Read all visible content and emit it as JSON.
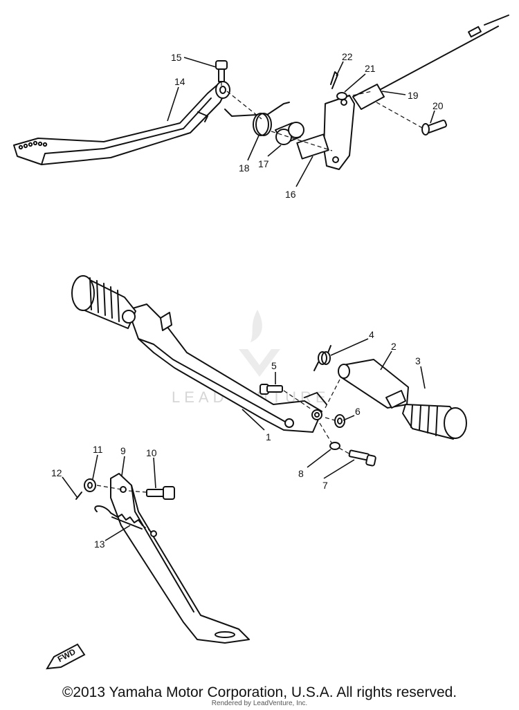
{
  "callouts": [
    {
      "id": "1",
      "label": "1"
    },
    {
      "id": "2",
      "label": "2"
    },
    {
      "id": "3",
      "label": "3"
    },
    {
      "id": "4",
      "label": "4"
    },
    {
      "id": "5",
      "label": "5"
    },
    {
      "id": "6",
      "label": "6"
    },
    {
      "id": "7",
      "label": "7"
    },
    {
      "id": "8",
      "label": "8"
    },
    {
      "id": "9",
      "label": "9"
    },
    {
      "id": "10",
      "label": "10"
    },
    {
      "id": "11",
      "label": "11"
    },
    {
      "id": "12",
      "label": "12"
    },
    {
      "id": "13",
      "label": "13"
    },
    {
      "id": "14",
      "label": "14"
    },
    {
      "id": "15",
      "label": "15"
    },
    {
      "id": "16",
      "label": "16"
    },
    {
      "id": "17",
      "label": "17"
    },
    {
      "id": "18",
      "label": "18"
    },
    {
      "id": "19",
      "label": "19"
    },
    {
      "id": "20",
      "label": "20"
    },
    {
      "id": "21",
      "label": "21"
    },
    {
      "id": "22",
      "label": "22"
    }
  ],
  "direction_indicator": {
    "label": "FWD",
    "icon": "fwd-arrow-icon"
  },
  "watermark": {
    "text": "LEADVENTURE",
    "icon": "leadventure-logo-icon"
  },
  "footer": {
    "copyright": "©2013 Yamaha Motor Corporation, U.S.A. All rights reserved.",
    "rendered_by": "Rendered by LeadVenture, Inc."
  }
}
